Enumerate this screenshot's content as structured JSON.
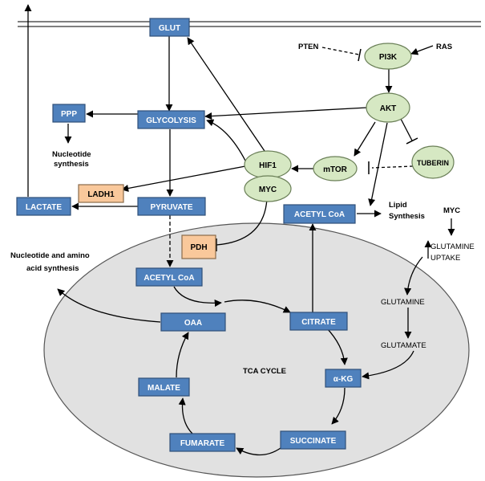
{
  "nodes": {
    "glut": "GLUT",
    "glycolysis": "GLYCOLYSIS",
    "ppp": "PPP",
    "lactate": "LACTATE",
    "ladh1": "LADH1",
    "pyruvate": "PYRUVATE",
    "pdh": "PDH",
    "acetyl_coa_left": "ACETYL CoA",
    "acetyl_coa_right": "ACETYL CoA",
    "oaa": "OAA",
    "citrate": "CITRATE",
    "akg": "α-KG",
    "malate": "MALATE",
    "fumarate": "FUMARATE",
    "succinate": "SUCCINATE",
    "hif1": "HIF1",
    "myc_ellipse": "MYC",
    "mtor": "mTOR",
    "tuberin": "TUBERIN",
    "akt": "AKT",
    "pi3k": "PI3K"
  },
  "labels": {
    "pten": "PTEN",
    "ras": "RAS",
    "nucleotide_synthesis_line1": "Nucleotide",
    "nucleotide_synthesis_line2": "synthesis",
    "nucleotide_amino_line1": "Nucleotide and amino",
    "nucleotide_amino_line2": "acid synthesis",
    "lipid_synthesis_line1": "Lipid",
    "lipid_synthesis_line2": "Synthesis",
    "myc_text": "MYC",
    "glutamine_uptake_line1": "GLUTAMINE",
    "glutamine_uptake_line2": "UPTAKE",
    "glutamine": "GLUTAMINE",
    "glutamate": "GLUTAMATE",
    "tca_cycle": "TCA CYCLE"
  }
}
